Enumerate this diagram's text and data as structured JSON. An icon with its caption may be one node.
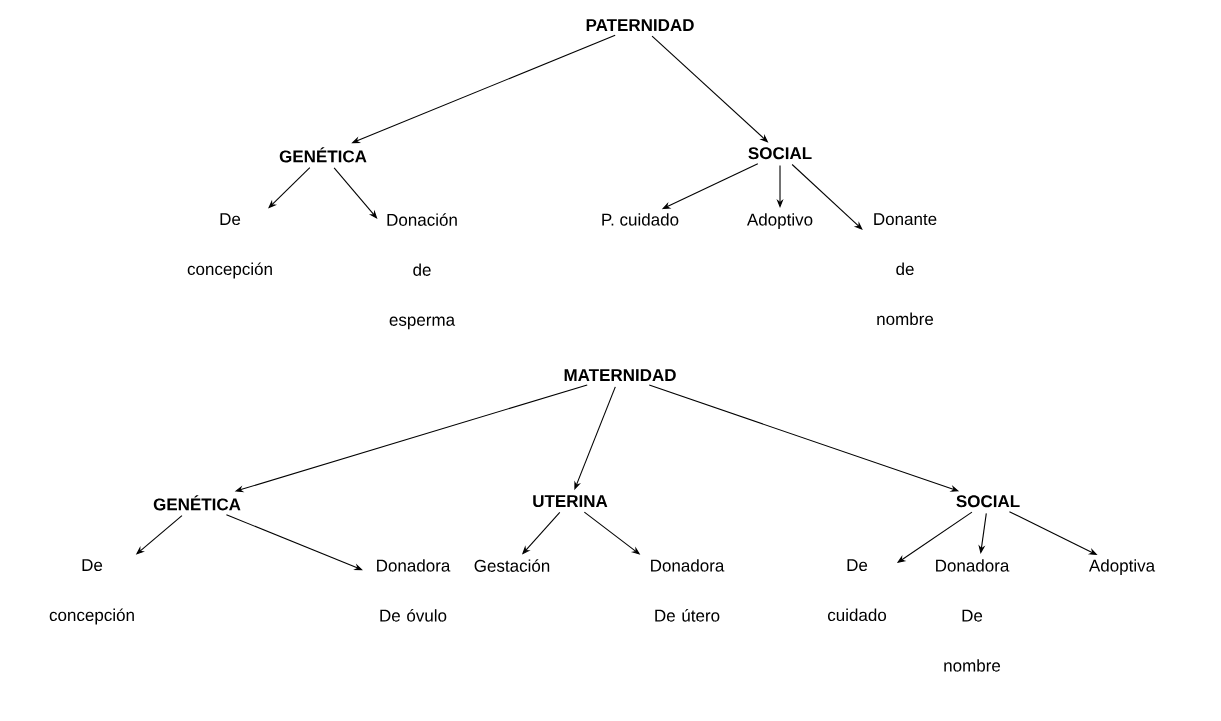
{
  "diagram": {
    "nodes": [
      {
        "text": [
          "PATERNIDAD"
        ]
      },
      {
        "text": [
          "GENÉTICA"
        ]
      },
      {
        "text": [
          "SOCIAL"
        ]
      },
      {
        "text": [
          "De concepción"
        ]
      },
      {
        "text": [
          "Donación de esperma"
        ]
      },
      {
        "text": [
          "P. cuidado"
        ]
      },
      {
        "text": [
          "Adoptivo"
        ]
      },
      {
        "text": [
          "Donante de nombre"
        ]
      },
      {
        "text": [
          "MATERNIDAD"
        ]
      },
      {
        "text": [
          "GENÉTICA"
        ]
      },
      {
        "text": [
          "UTERINA"
        ]
      },
      {
        "text": [
          "SOCIAL"
        ]
      },
      {
        "text": [
          "De concepción"
        ]
      },
      {
        "text": [
          "Donadora De óvulo"
        ]
      },
      {
        "text": [
          "Gestación"
        ]
      },
      {
        "text": [
          "Donadora De útero"
        ]
      },
      {
        "text": [
          "De cuidado"
        ]
      },
      {
        "text": [
          "Donadora De nombre"
        ]
      },
      {
        "text": [
          "Adoptiva"
        ]
      }
    ],
    "edges": [
      {
        "from": 0,
        "to": 1,
        "arrow": "to"
      },
      {
        "from": 0,
        "to": 2,
        "arrow": "to"
      },
      {
        "from": 1,
        "to": 3,
        "arrow": "to"
      },
      {
        "from": 1,
        "to": 4,
        "arrow": "to"
      },
      {
        "from": 2,
        "to": 5,
        "arrow": "to"
      },
      {
        "from": 2,
        "to": 6,
        "arrow": "to"
      },
      {
        "from": 2,
        "to": 7,
        "arrow": "to"
      },
      {
        "from": 8,
        "to": 9,
        "arrow": "to"
      },
      {
        "from": 8,
        "to": 10,
        "arrow": "to"
      },
      {
        "from": 8,
        "to": 11,
        "arrow": "to"
      },
      {
        "from": 9,
        "to": 12,
        "arrow": "to"
      },
      {
        "from": 9,
        "to": 13,
        "arrow": "to"
      },
      {
        "from": 10,
        "to": 14,
        "arrow": "to"
      },
      {
        "from": 10,
        "to": 15,
        "arrow": "to"
      },
      {
        "from": 11,
        "to": 16,
        "arrow": "to"
      },
      {
        "from": 11,
        "to": 17,
        "arrow": "to"
      },
      {
        "from": 11,
        "to": 18,
        "arrow": "to"
      }
    ]
  }
}
